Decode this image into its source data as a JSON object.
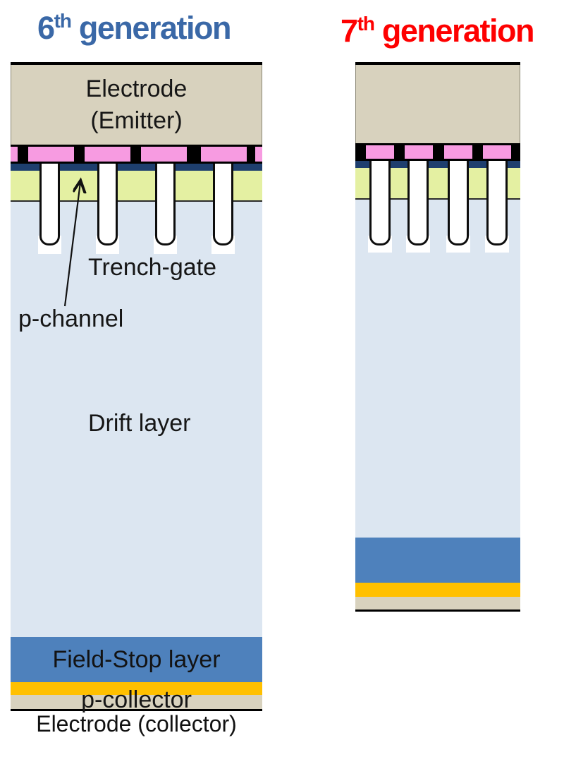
{
  "titles": {
    "left": {
      "number": "6",
      "sup": "th",
      "rest": " generation"
    },
    "right": {
      "number": "7",
      "sup": "th",
      "rest": " generation"
    }
  },
  "left_diagram": {
    "labels": {
      "electrode_line1": "Electrode",
      "electrode_line2": "(Emitter)",
      "trench_gate": "Trench-gate",
      "p_channel": "p-channel",
      "drift": "Drift layer",
      "field_stop": "Field-Stop layer",
      "p_collector": "p-collector",
      "electrode_collector": "Electrode (collector)"
    }
  },
  "colors": {
    "title_blue": "#3A68A7",
    "title_red": "#FE0000",
    "electrode_tan": "#D8D2BE",
    "contact_black": "#000000",
    "emitter_pink": "#F79BE1",
    "n_layer_navy": "#1E3F6E",
    "p_channel_green": "#E4F0A2",
    "drift_blue": "#DCE6F1",
    "field_stop_blue": "#4E81BC",
    "collector_orange": "#FFC000",
    "trench_white": "#FFFFFF",
    "label_black": "#1A1A1A"
  }
}
